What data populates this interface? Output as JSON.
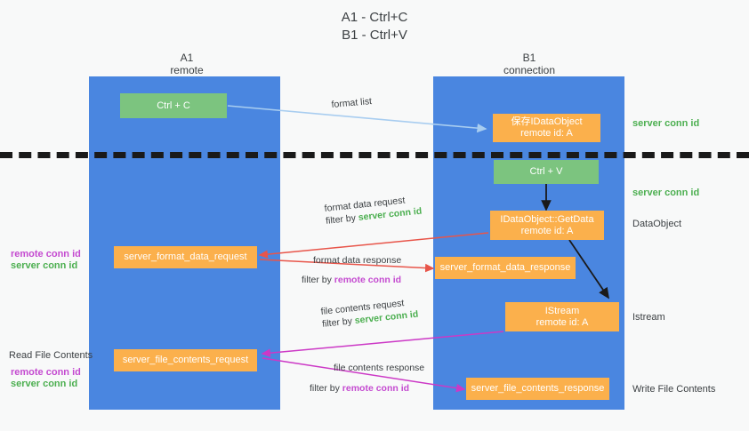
{
  "title": {
    "line1": "A1 - Ctrl+C",
    "line2": "B1 - Ctrl+V"
  },
  "columns": [
    {
      "name": "A1",
      "role": "remote"
    },
    {
      "name": "B1",
      "role": "connection"
    }
  ],
  "boxes": {
    "ctrl_c": "Ctrl + C",
    "ctrl_v": "Ctrl + V",
    "save_idataobject_l1": "保存IDataObject",
    "save_idataobject_l2": "remote id: A",
    "getdata_l1": "IDataObject::GetData",
    "getdata_l2": "remote id: A",
    "istream_l1": "IStream",
    "istream_l2": "remote id: A",
    "server_format_data_request": "server_format_data_request",
    "server_format_data_response": "server_format_data_response",
    "server_file_contents_request": "server_file_contents_request",
    "server_file_contents_response": "server_file_contents_response"
  },
  "edge_labels": {
    "format_list": "format list",
    "format_data_request": "format data request",
    "format_data_request_filter_prefix": "filter by ",
    "format_data_request_filter_key": "server conn id",
    "format_data_response": "format data response",
    "format_data_response_filter_prefix": "filter by ",
    "format_data_response_filter_key": "remote conn id",
    "file_contents_request": "file contents request",
    "file_contents_request_filter_prefix": "filter by ",
    "file_contents_request_filter_key": "server conn id",
    "file_contents_response": "file contents response",
    "file_contents_response_filter_prefix": "filter by ",
    "file_contents_response_filter_key": "remote conn id"
  },
  "side_labels": {
    "right_server_conn_id_top": "server conn id",
    "right_server_conn_id_mid": "server conn id",
    "dataobject": "DataObject",
    "istream": "Istream",
    "write_file_contents": "Write File Contents",
    "left_remote_conn_id_1": "remote conn id",
    "left_server_conn_id_1": "server conn id",
    "read_file_contents": "Read File Contents",
    "left_remote_conn_id_2": "remote conn id",
    "left_server_conn_id_2": "server conn id"
  },
  "colors": {
    "lane": "#4a86e0",
    "green_box": "#7cc47f",
    "orange_box": "#fbb04c",
    "green_text": "#4caf50",
    "purple_text": "#c44ad0",
    "light_blue_arrow": "#a8cdf0",
    "red_arrow": "#e8554a",
    "magenta_arrow": "#cc39c6",
    "black_arrow": "#1a1a1a",
    "background": "#f8f9f9"
  }
}
